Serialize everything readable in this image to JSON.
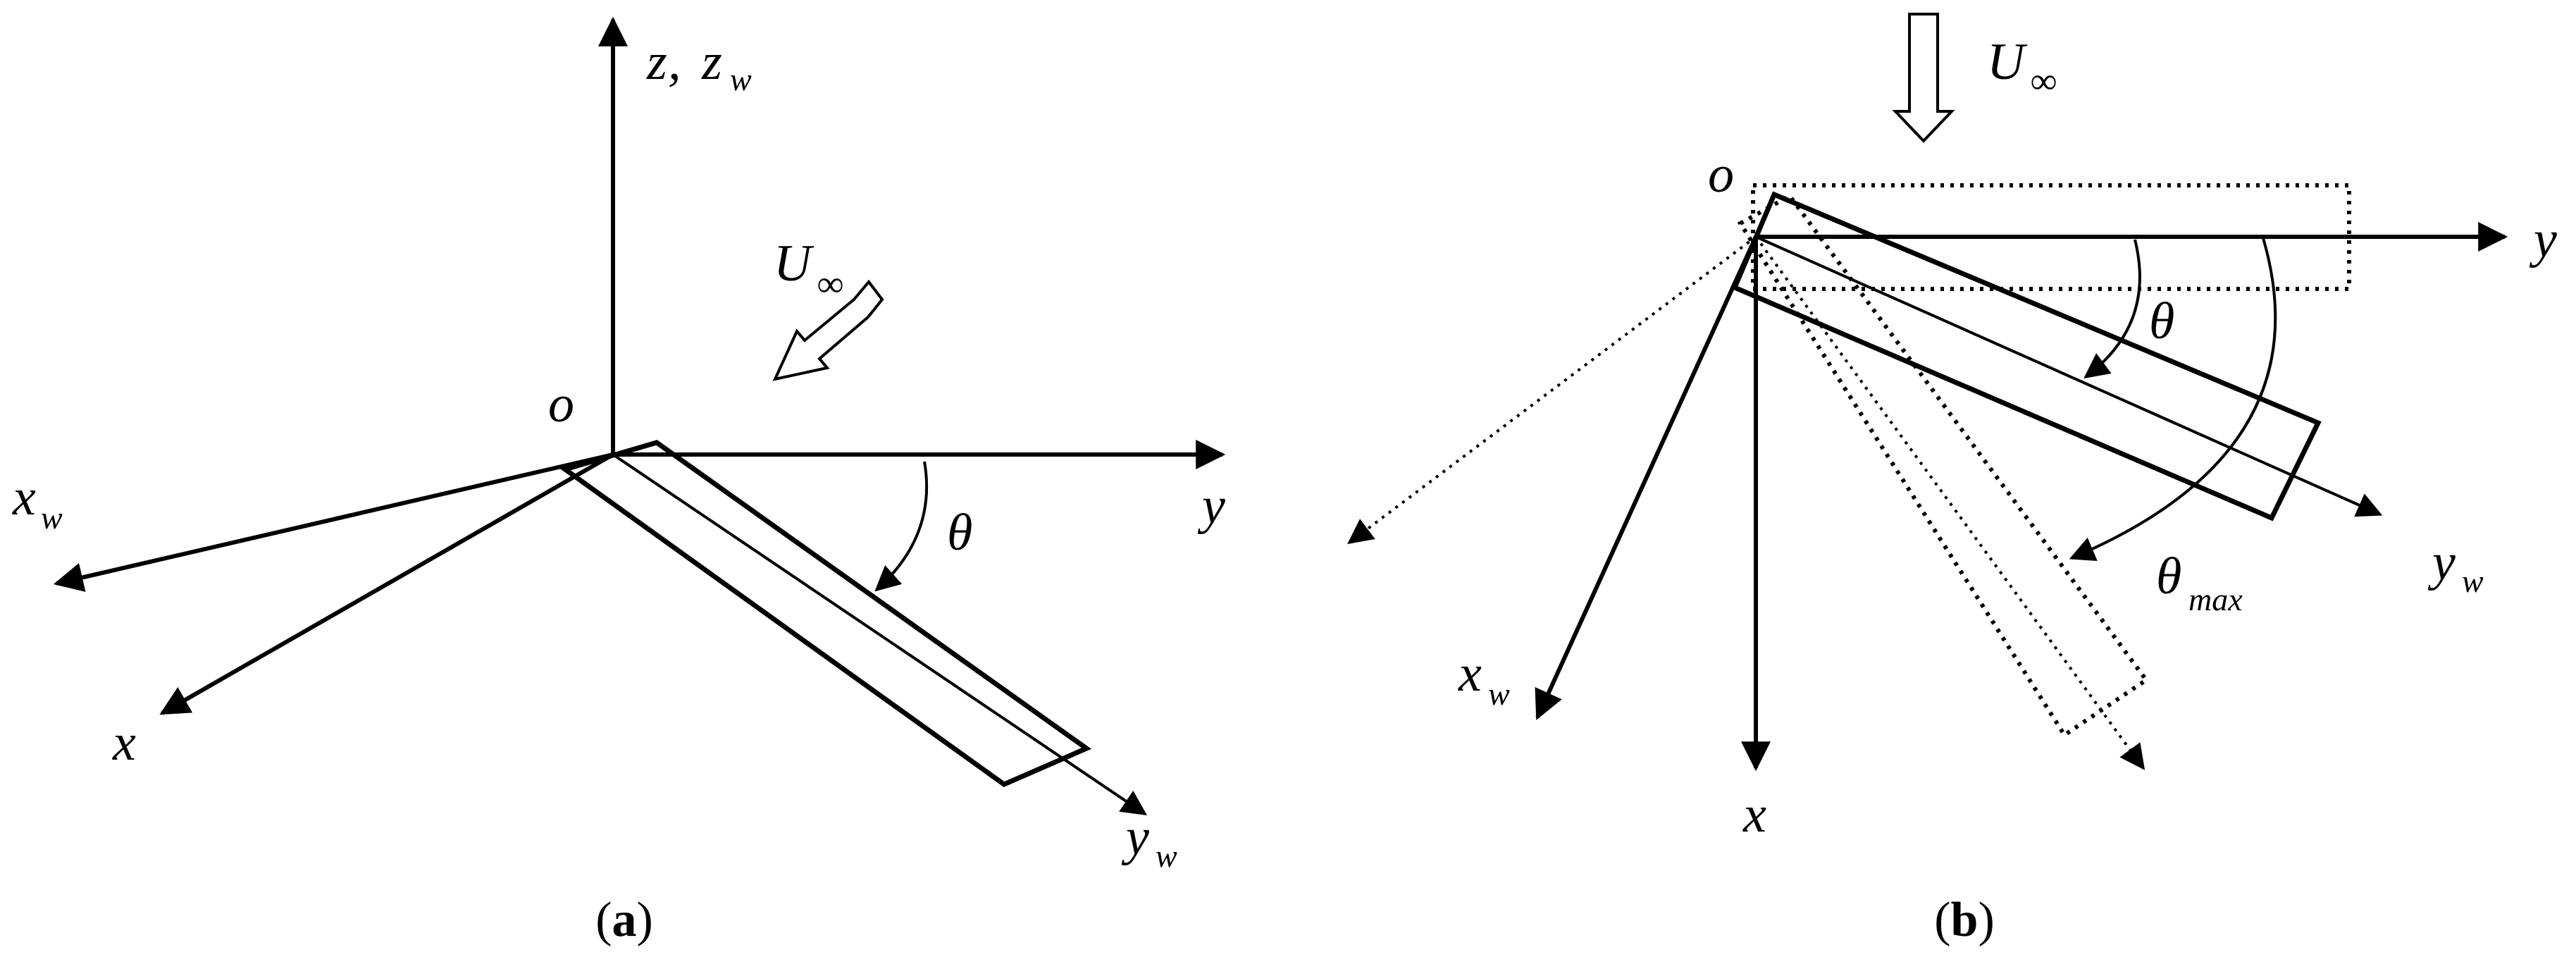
{
  "panel_a": {
    "caption_open": "(",
    "caption_letter": "a",
    "caption_close": ")",
    "labels": {
      "z": "z",
      "comma": ", ",
      "z_w": "z",
      "z_w_sub": "w",
      "u_inf": "U",
      "u_inf_sub": "∞",
      "origin": "o",
      "x_w": "x",
      "x_w_sub": "w",
      "y": "y",
      "x": "x",
      "y_w": "y",
      "y_w_sub": "w",
      "theta": "θ"
    }
  },
  "panel_b": {
    "caption_open": "(",
    "caption_letter": "b",
    "caption_close": ")",
    "labels": {
      "u_inf": "U",
      "u_inf_sub": "∞",
      "origin": "o",
      "y": "y",
      "theta": "θ",
      "y_w": "y",
      "y_w_sub": "w",
      "theta_max": "θ",
      "theta_max_sub": "max",
      "x_w": "x",
      "x_w_sub": "w",
      "x": "x"
    }
  }
}
